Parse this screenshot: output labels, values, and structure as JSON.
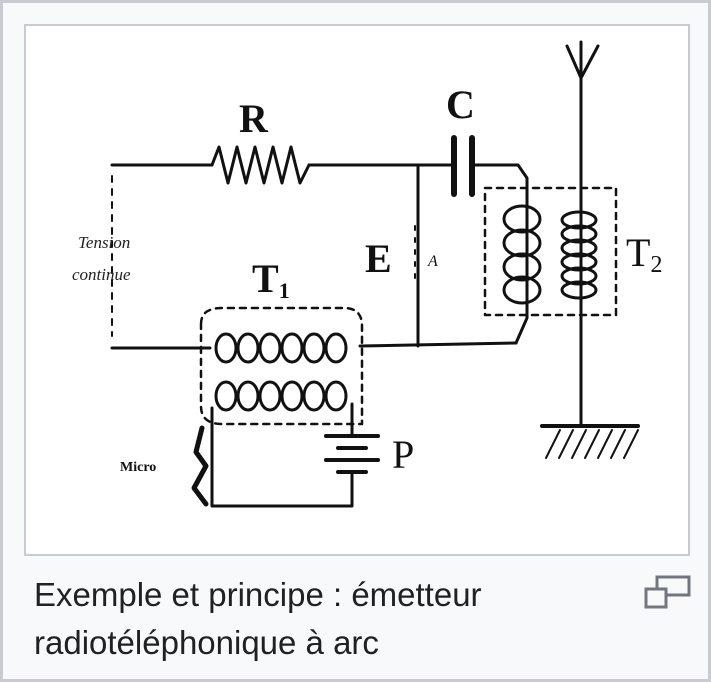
{
  "figure": {
    "caption_line1": "Exemple et principe : émetteur",
    "caption_line2": "radiotéléphonique à arc",
    "enlarge_icon": "magnify-clip-icon"
  },
  "diagram": {
    "label_R": "R",
    "label_C": "C",
    "label_E": "E",
    "label_T1": "T",
    "label_T1_sub": "1",
    "label_T2": "T",
    "label_T2_sub": "2",
    "label_P": "P",
    "label_micro": "Micro",
    "label_tension_1": "Tension",
    "label_tension_2": "continue",
    "label_arc": "A"
  },
  "colors": {
    "border": "#c8ccd1",
    "background": "#f8f9fa",
    "ink": "#111111",
    "text": "#202122"
  }
}
